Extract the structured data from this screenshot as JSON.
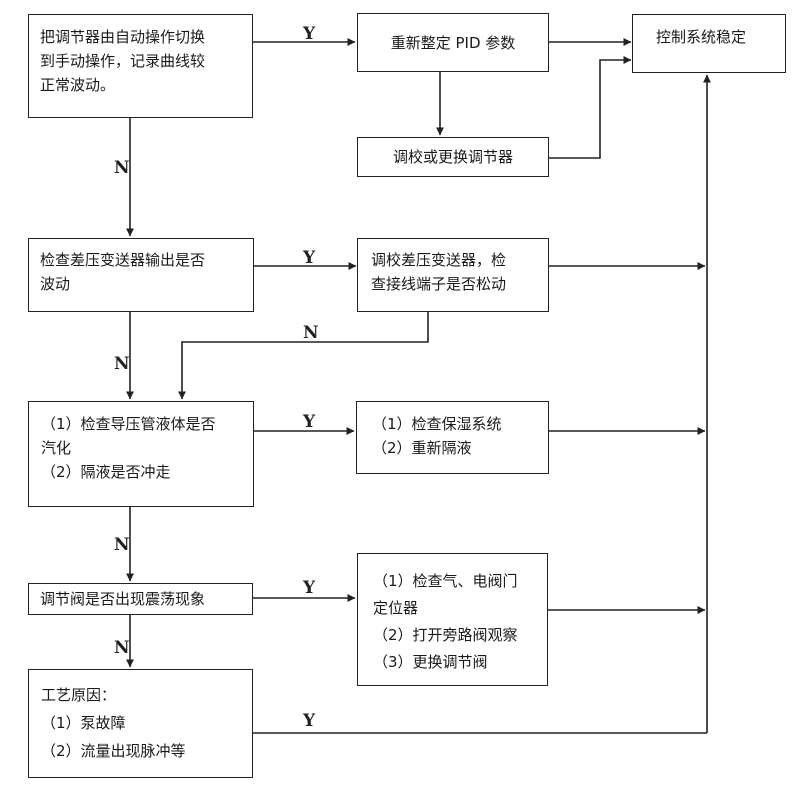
{
  "nodes": {
    "manual_switch": [
      "把调节器由自动操作切换",
      "到手动操作，记录曲线较",
      "正常波动。"
    ],
    "retune_pid": "重新整定 PID 参数",
    "system_stable": "控制系统稳定",
    "replace_regulator": "调校或更换调节器",
    "check_dp_output": [
      "检查差压变送器输出是否",
      "波动"
    ],
    "calibrate_dp": [
      "调校差压变送器，检",
      "查接线端子是否松动"
    ],
    "check_impulse": [
      "（1）检查导压管液体是否",
      "汽化",
      "（2）隔液是否冲走"
    ],
    "check_humidity": [
      "（1）检查保湿系统",
      "（2）重新隔液"
    ],
    "check_valve_oscillation": "调节阀是否出现震荡现象",
    "valve_actions": [
      "（1）检查气、电阀门",
      "定位器",
      "（2）打开旁路阀观察",
      "（3）更换调节阀"
    ],
    "process_causes": [
      "工艺原因：",
      "（1）泵故障",
      "（2）流量出现脉冲等"
    ]
  },
  "labels": {
    "yes": "Y",
    "no": "N"
  },
  "colors": {
    "line": "#222222",
    "background": "#ffffff"
  }
}
